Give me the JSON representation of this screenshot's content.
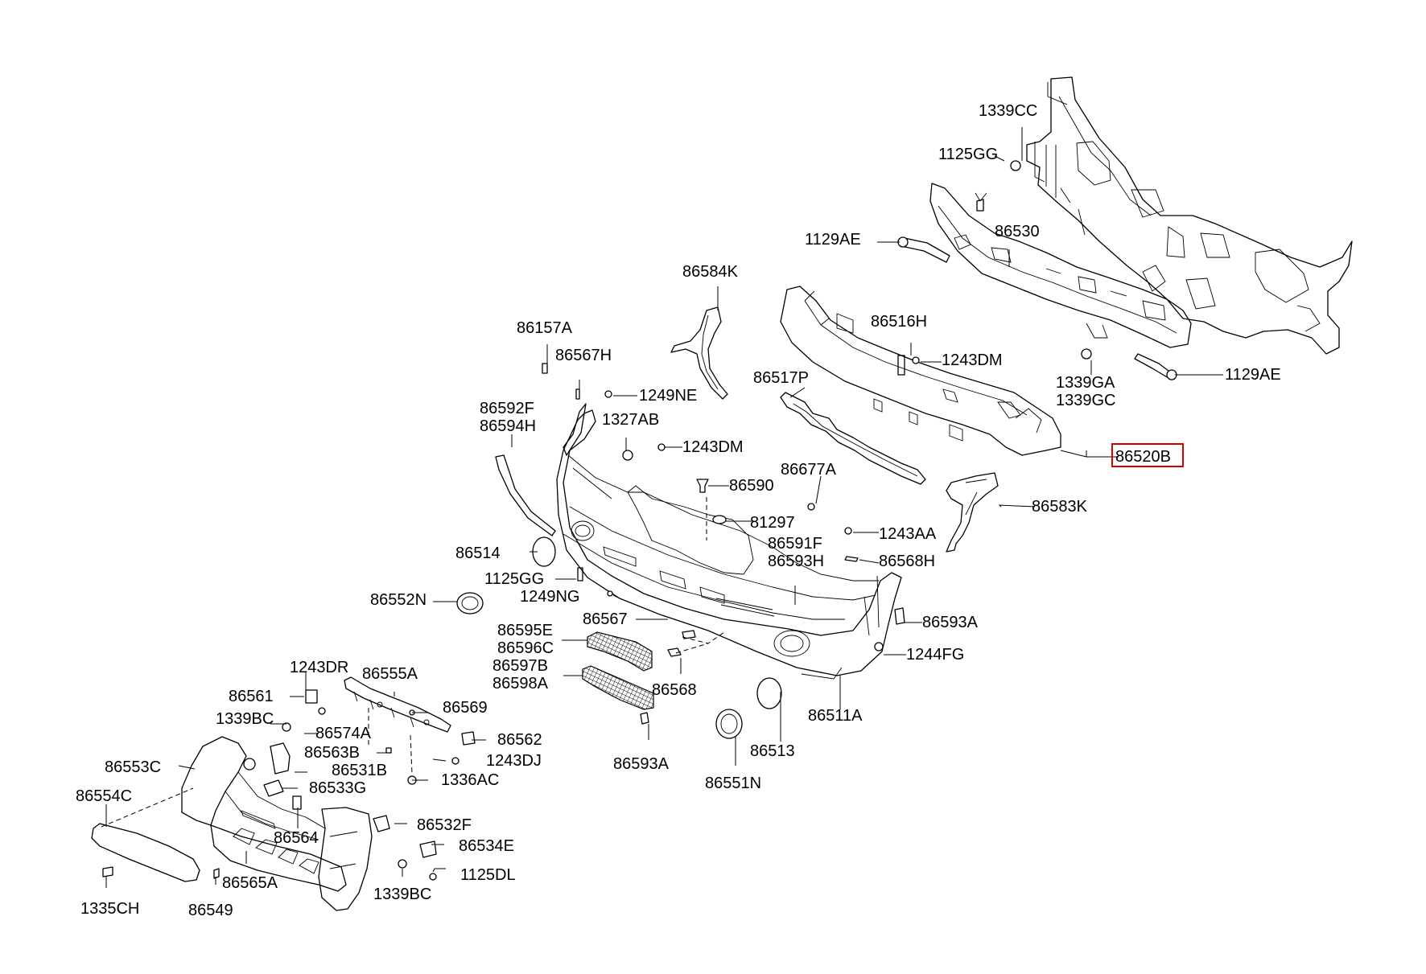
{
  "labels": {
    "l_1339CC": "1339CC",
    "l_1125GG_top": "1125GG",
    "l_86530": "86530",
    "l_1129AE_left": "1129AE",
    "l_1129AE_right": "1129AE",
    "l_86584K": "86584K",
    "l_86516H": "86516H",
    "l_1243DM_a": "1243DM",
    "l_1339GA": "1339GA",
    "l_1339GC": "1339GC",
    "l_86157A": "86157A",
    "l_86567H": "86567H",
    "l_86517P": "86517P",
    "l_1249NE": "1249NE",
    "l_86592F": "86592F",
    "l_86594H": "86594H",
    "l_1327AB": "1327AB",
    "l_1243DM_b": "1243DM",
    "l_86520B": "86520B",
    "l_86677A": "86677A",
    "l_86590": "86590",
    "l_86583K": "86583K",
    "l_81297": "81297",
    "l_1243AA": "1243AA",
    "l_86514": "86514",
    "l_86591F": "86591F",
    "l_86593H": "86593H",
    "l_86568H": "86568H",
    "l_1125GG_mid": "1125GG",
    "l_86552N": "86552N",
    "l_1249NG": "1249NG",
    "l_86567": "86567",
    "l_86593A_r": "86593A",
    "l_86595E": "86595E",
    "l_86596C": "86596C",
    "l_1244FG": "1244FG",
    "l_86597B": "86597B",
    "l_86598A": "86598A",
    "l_86568": "86568",
    "l_1243DR": "1243DR",
    "l_86555A": "86555A",
    "l_86561": "86561",
    "l_86569": "86569",
    "l_86511A": "86511A",
    "l_1339BC_a": "1339BC",
    "l_86574A": "86574A",
    "l_86562": "86562",
    "l_86563B": "86563B",
    "l_86553C": "86553C",
    "l_86531B": "86531B",
    "l_1243DJ": "1243DJ",
    "l_86513": "86513",
    "l_86593A_b": "86593A",
    "l_1336AC": "1336AC",
    "l_86533G": "86533G",
    "l_86551N": "86551N",
    "l_86554C": "86554C",
    "l_86532F": "86532F",
    "l_86564": "86564",
    "l_86534E": "86534E",
    "l_86565A": "86565A",
    "l_1125DL": "1125DL",
    "l_1339BC_b": "1339BC",
    "l_1335CH": "1335CH",
    "l_86549": "86549"
  },
  "highlight": {
    "part": "86520B",
    "color": "#d40000"
  }
}
